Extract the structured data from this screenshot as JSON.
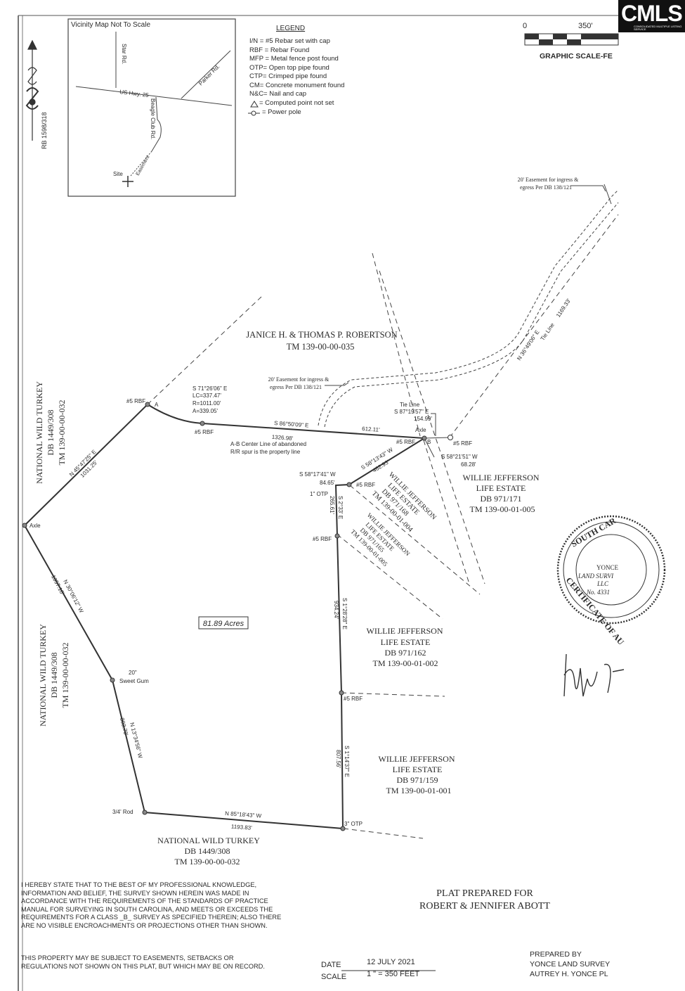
{
  "logo": {
    "text": "CMLS",
    "subtext": "CONSOLIDATED MULTIPLE LISTING SERVICE"
  },
  "vicinity_map": {
    "title": "Vicinity Map Not To Scale",
    "roads": [
      "Star Rd.",
      "US Hwy. 25",
      "Parker Rd.",
      "Beagle Club Rd.",
      "Easement"
    ],
    "site_label": "Site"
  },
  "legend": {
    "title": "LEGEND",
    "items": [
      "I/N = #5 Rebar set with cap",
      "RBF = Rebar Found",
      "MFP = Metal fence post found",
      "OTP= Open top pipe found",
      "CTP= Crimped pipe found",
      "CM= Concrete monument found",
      "N&C= Nail and cap",
      "= Computed point not set",
      "= Power pole"
    ]
  },
  "graphic_scale": {
    "zero": "0",
    "mark": "350'",
    "label": "GRAPHIC SCALE-FE"
  },
  "north_arrow": {
    "ref": "RB 1598/318"
  },
  "owners": {
    "robertson": [
      "JANICE H. & THOMAS P. ROBERTSON",
      "TM 139-00-00-035"
    ],
    "nwt_top": [
      "NATIONAL WILD TURKEY",
      "DB 1449/308",
      "TM 139-00-00-032"
    ],
    "nwt_mid": [
      "NATIONAL WILD TURKEY",
      "DB 1449/308",
      "TM 139-00-00-032"
    ],
    "nwt_bottom": [
      "NATIONAL WILD TURKEY",
      "DB 1449/308",
      "TM 139-00-00-032"
    ],
    "wj_171": [
      "WILLIE JEFFERSON",
      "LIFE ESTATE",
      "DB 971/171",
      "TM 139-00-01-005"
    ],
    "wj_168": [
      "WILLIE JEFFERSON",
      "LIFE ESTATE",
      "DB 971/168",
      "TM 139-00-01-004"
    ],
    "wj_165": [
      "WILLIE JEFFERSON",
      "LIFE ESTATE",
      "DB 971/165",
      "TM 139-00-01-005"
    ],
    "wj_162": [
      "WILLIE JEFFERSON",
      "LIFE ESTATE",
      "DB 971/162",
      "TM 139-00-01-002"
    ],
    "wj_159": [
      "WILLIE JEFFERSON",
      "LIFE ESTATE",
      "DB 971/159",
      "TM 139-00-01-001"
    ]
  },
  "acreage": "81.89 Acres",
  "easement_notes": {
    "upper": [
      "20' Easement for ingress &",
      "egress Per DB 138/121"
    ],
    "middle": [
      "20' Easement for ingress &",
      "egress Per DB 138/121"
    ]
  },
  "curve": [
    "S 71°26'06\" E",
    "LC=337.47'",
    "R=1011.00'",
    "A=339.05'"
  ],
  "abandoned_note": [
    "A-B Center Line of abandoned",
    "R/R spur is the property line"
  ],
  "tie_line": [
    "Tie Line",
    "S 87°19'57\" E",
    "154.99'"
  ],
  "monuments": {
    "rbf_a": "#5 RBF",
    "point_a": "A",
    "rbf_curve": "#5 RBF",
    "axle_b": "Axle",
    "rbf_b": "#5 RBF",
    "point_b": "B",
    "rbf_tie": "#5 RBF",
    "rbf_mid": "#5 RBF",
    "otp_1": "1\" OTP",
    "rbf_low": "#5 RBF",
    "axle_west": "Axle",
    "sweet_gum": [
      "20\"",
      "Sweet Gum"
    ],
    "rbf_east": "#5 RBF",
    "rod": "3/4' Rod",
    "otp_3": "3\" OTP"
  },
  "bearings": {
    "nw_line": [
      "N 45°47'25\" E",
      "1031.25'"
    ],
    "railroad": [
      "S 86°50'09\" E",
      "1326.98'",
      "612.11'"
    ],
    "b_sw": [
      "S 58°13'43\" W",
      "462.93'"
    ],
    "tie_sw": [
      "S 58°21'51\" W",
      "68.28'"
    ],
    "short_sw": [
      "S 58°17'41\" W",
      "84.65'"
    ],
    "short_s": [
      "S 2°33' E",
      "265.61'"
    ],
    "east_s": [
      "S 1°28'28\" E",
      "934.24'"
    ],
    "east_s2": [
      "S 1°14'37\" E",
      "807.56'"
    ],
    "west_1": [
      "N 30°06'12\" W",
      "1057.16'"
    ],
    "west_2": [
      "N 13°34'56\" W",
      "802.78'"
    ],
    "south": [
      "N 85°18'43\" W",
      "1193.83'"
    ],
    "tie_long": [
      "N 36°49'06\" E",
      "Tie Line",
      "1169.33'"
    ]
  },
  "seal": {
    "ring_top": "SOUTH CAR",
    "ring_bottom": "CERTIFICATE OF AU",
    "lines": [
      "YONCE",
      "LAND SURVI",
      "LLC",
      "No. 4331"
    ]
  },
  "certification": "I HEREBY STATE THAT TO THE BEST OF MY PROFESSIONAL KNOWLEDGE, INFORMATION AND BELIEF, THE SURVEY SHOWN HEREIN WAS MADE IN ACCORDANCE WITH THE REQUIREMENTS OF THE STANDARDS OF PRACTICE MANUAL FOR SURVEYING IN SOUTH CAROLINA, AND MEETS OR EXCEEDS THE REQUIREMENTS FOR A CLASS _B_ SURVEY AS SPECIFIED THEREIN; ALSO THERE ARE NO VISIBLE ENCROACHMENTS OR PROJECTIONS OTHER THAN SHOWN.",
  "disclaimer": "THIS PROPERTY MAY BE SUBJECT TO EASEMENTS, SETBACKS OR REGULATIONS NOT SHOWN ON THIS PLAT, BUT WHICH MAY BE ON RECORD.",
  "plat_title": [
    "PLAT PREPARED FOR",
    "ROBERT & JENNIFER ABOTT"
  ],
  "date_block": {
    "date_label": "DATE",
    "date": "12 JULY 2021",
    "scale_label": "SCALE",
    "scale": "1 \" = 350 FEET"
  },
  "prepared_by": [
    "PREPARED BY",
    "YONCE LAND SURVEY",
    "AUTREY H. YONCE PL"
  ]
}
